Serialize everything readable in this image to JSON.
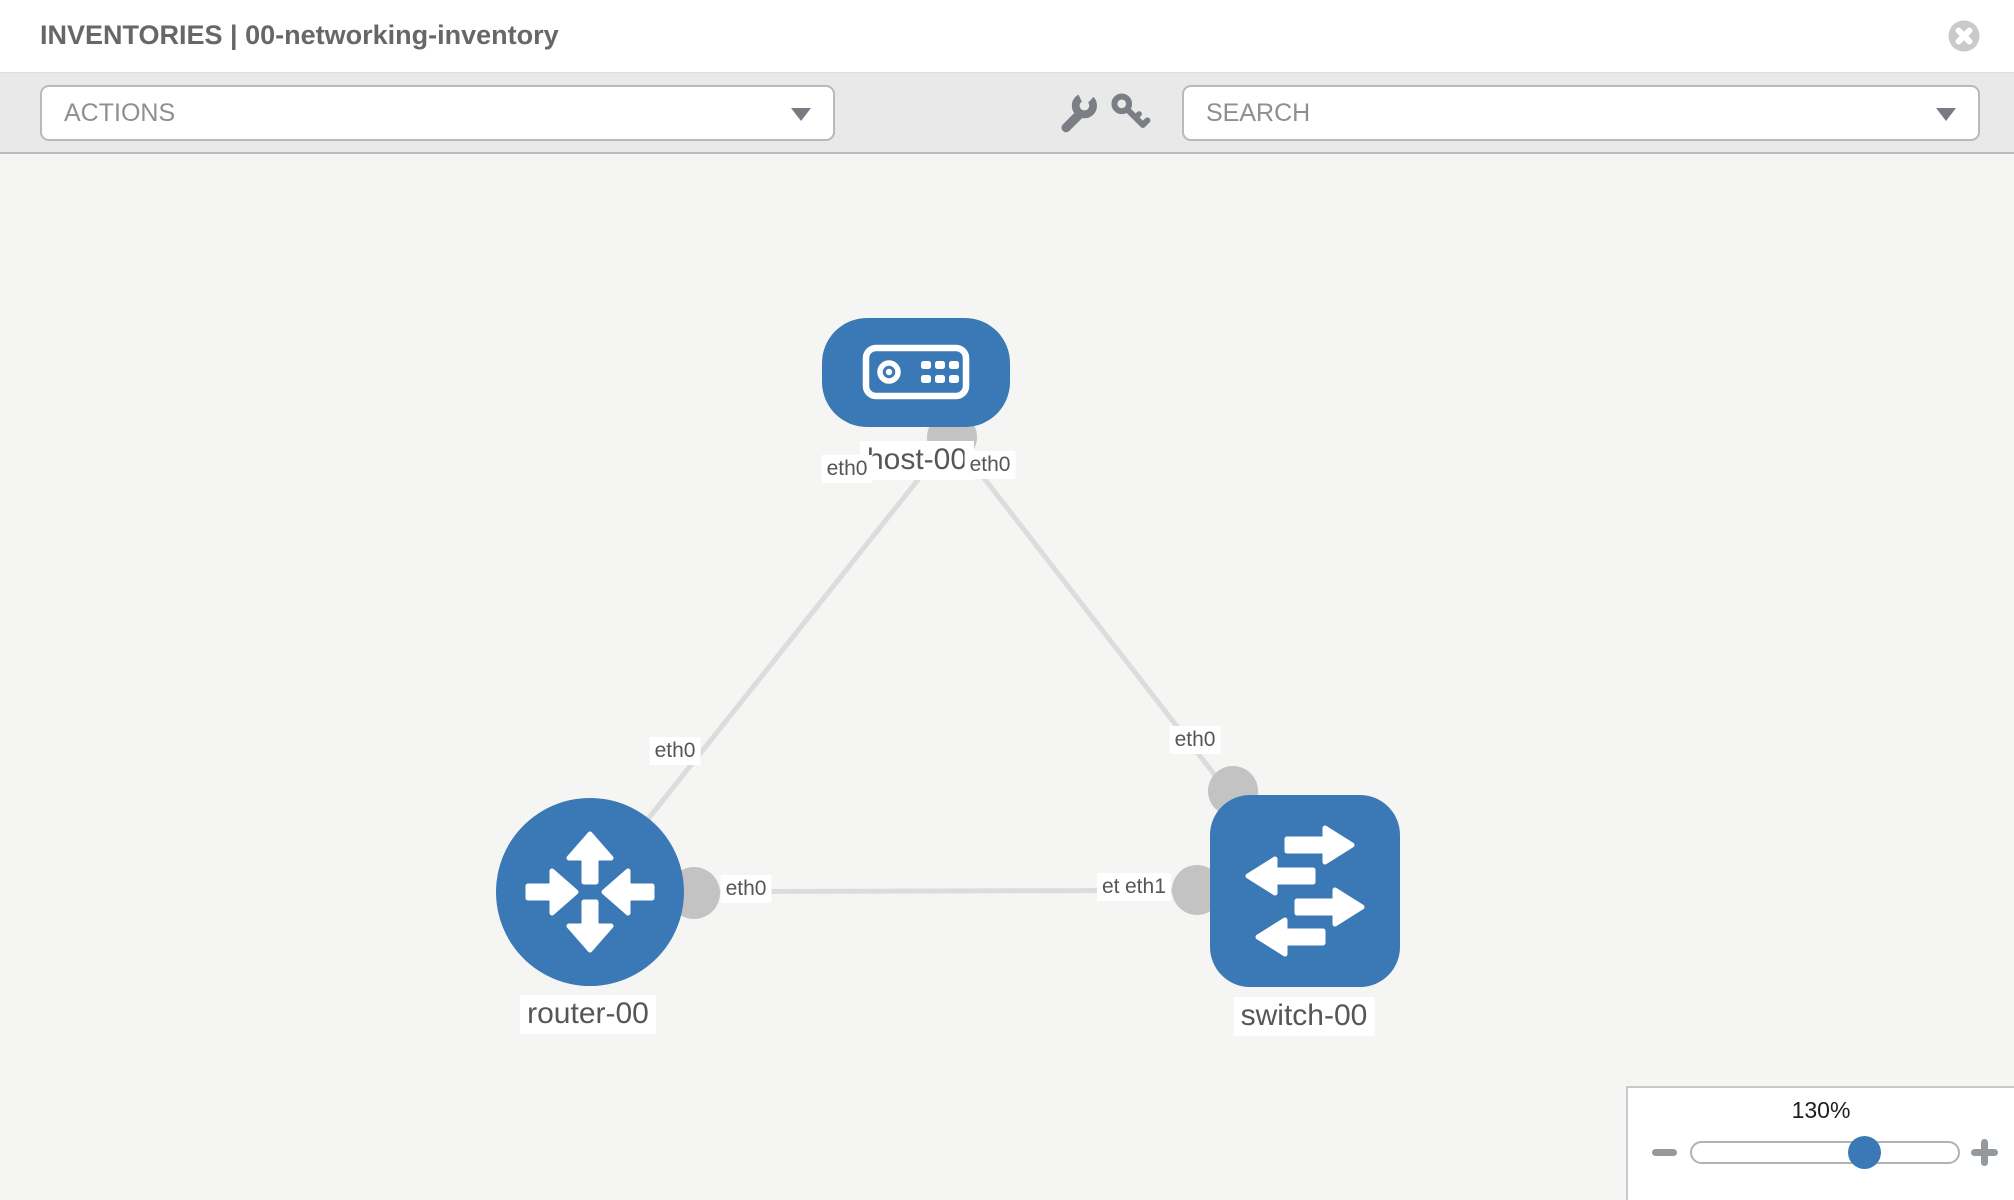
{
  "header": {
    "title": "INVENTORIES | 00-networking-inventory",
    "close_icon": "circle-x-icon"
  },
  "toolbar": {
    "actions_placeholder": "ACTIONS",
    "search_placeholder": "SEARCH",
    "tool_icons": [
      "wrench-icon",
      "key-icon"
    ]
  },
  "topology": {
    "nodes": [
      {
        "label": "host-00",
        "type": "host",
        "icon": "server-icon"
      },
      {
        "label": "router-00",
        "type": "router",
        "icon": "router-arrows-icon"
      },
      {
        "label": "switch-00",
        "type": "switch",
        "icon": "switch-arrows-icon"
      }
    ],
    "links": [
      {
        "from": "host-00",
        "from_interface": "eth0",
        "to": "router-00",
        "to_interface": "eth0"
      },
      {
        "from": "host-00",
        "from_interface": "eth0",
        "to": "switch-00",
        "to_interface": "eth0"
      },
      {
        "from": "router-00",
        "from_interface": "eth0",
        "to": "switch-00",
        "to_interface": "eth1"
      }
    ],
    "partial_label_behind_eth1": "etl"
  },
  "zoom_control": {
    "level": "130%",
    "icons": [
      "minus-icon",
      "plus-icon"
    ]
  },
  "colors": {
    "node_blue": "#3a79b5",
    "link_gray": "#dcdcdc",
    "port_gray": "#c3c3c3",
    "toolbar_gray": "#e9e9e9"
  }
}
